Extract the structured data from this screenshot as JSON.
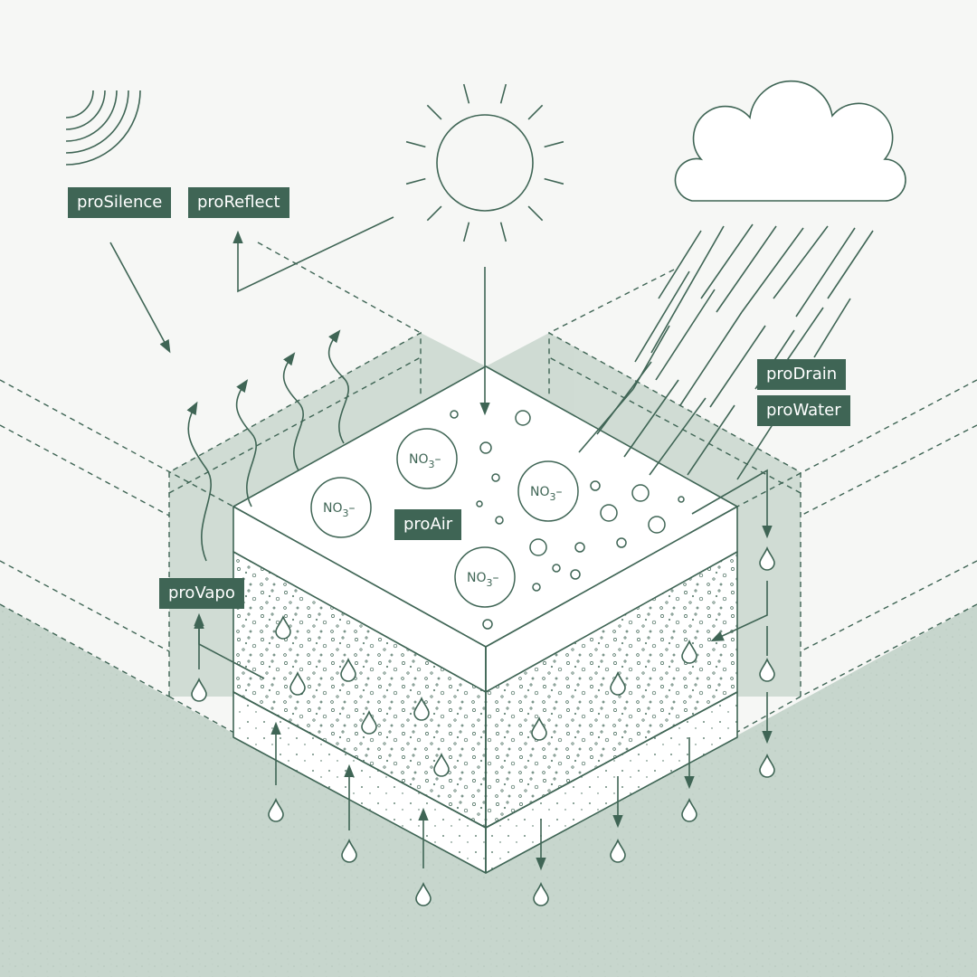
{
  "colors": {
    "ink": "#3f6555",
    "ground": "#c7d6cd",
    "background": "#f6f7f5",
    "label_bg": "#3f6555",
    "label_text": "#ffffff"
  },
  "labels": {
    "silence": "proSilence",
    "reflect": "proReflect",
    "drain": "proDrain",
    "water": "proWater",
    "air": "proAir",
    "vapo": "proVapo"
  },
  "nitrate": {
    "symbol": "NO",
    "subscript": "3",
    "charge": "–"
  },
  "icons": [
    "sound-waves-icon",
    "sun-icon",
    "cloud-icon",
    "rain-icon",
    "water-drop-icon",
    "vapor-icon"
  ]
}
